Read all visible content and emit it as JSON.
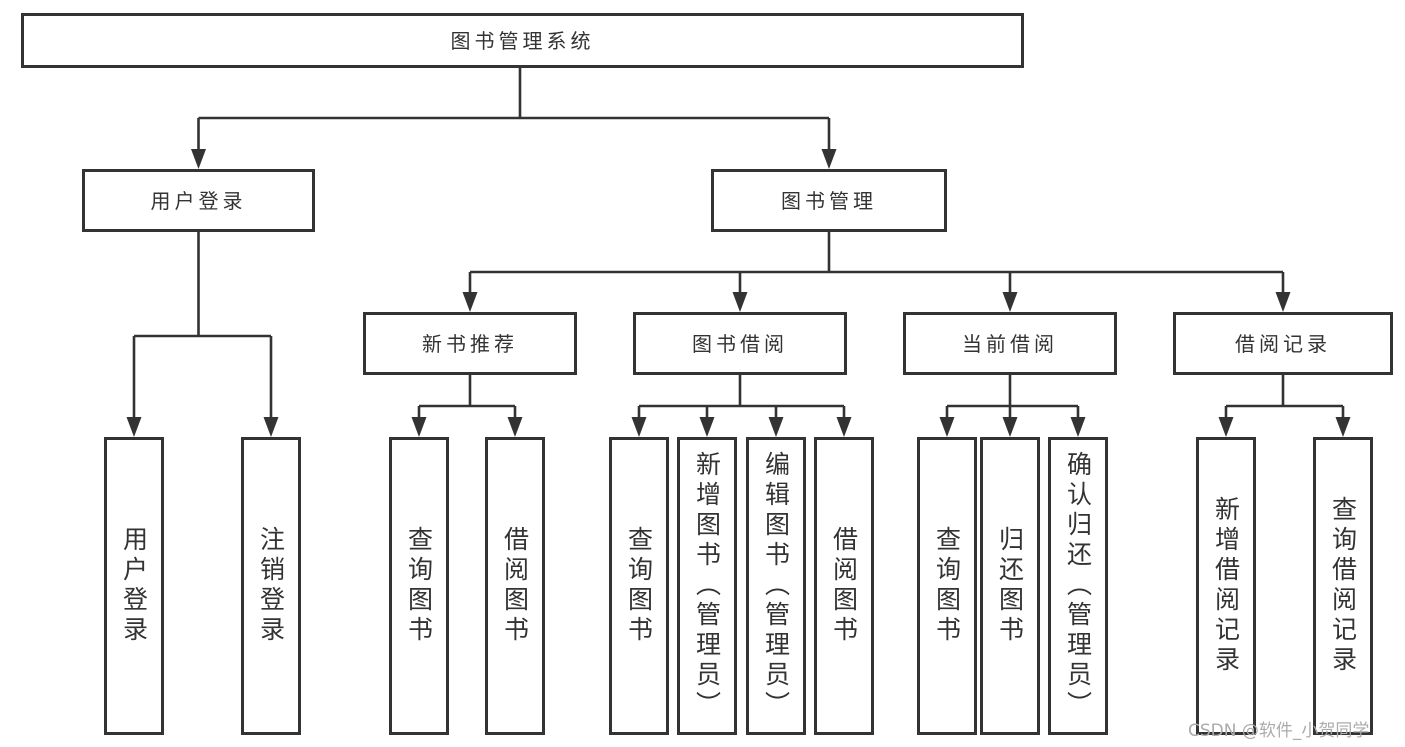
{
  "colors": {
    "line": "#333333",
    "text": "#333333",
    "background": "#ffffff",
    "watermark": "#ababab"
  },
  "diagram": {
    "root": {
      "label": "图书管理系统"
    },
    "level2": {
      "user_login": {
        "label": "用户登录"
      },
      "book_management": {
        "label": "图书管理"
      }
    },
    "level3": {
      "new_book_recommend": {
        "label": "新书推荐"
      },
      "book_borrowing": {
        "label": "图书借阅"
      },
      "current_borrowing": {
        "label": "当前借阅"
      },
      "borrowing_records": {
        "label": "借阅记录"
      }
    },
    "level4": {
      "user_login_children": [
        {
          "label": "用户登录"
        },
        {
          "label": "注销登录"
        }
      ],
      "new_book_children": [
        {
          "label": "查询图书"
        },
        {
          "label": "借阅图书"
        }
      ],
      "book_borrowing_children": [
        {
          "label": "查询图书"
        },
        {
          "label": "新增图书（管理员）"
        },
        {
          "label": "编辑图书（管理员）"
        },
        {
          "label": "借阅图书"
        }
      ],
      "current_borrowing_children": [
        {
          "label": "查询图书"
        },
        {
          "label": "归还图书"
        },
        {
          "label": "确认归还（管理员）"
        }
      ],
      "borrowing_records_children": [
        {
          "label": "新增借阅记录"
        },
        {
          "label": "查询借阅记录"
        }
      ]
    }
  },
  "watermark": {
    "text": "CSDN @软件_小贺同学"
  }
}
